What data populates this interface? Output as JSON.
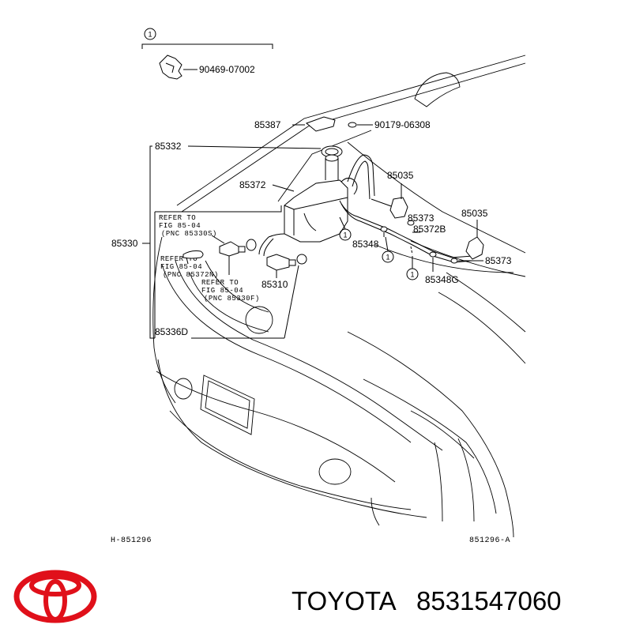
{
  "header": {
    "circle_ref": "1",
    "bracket_part": "90469-07002"
  },
  "parts": {
    "p85387": "85387",
    "p90179": "90179-06308",
    "p85332": "85332",
    "p85035a": "85035",
    "p85372": "85372",
    "p85373a": "85373",
    "p85035b": "85035",
    "p85330": "85330",
    "p85372b": "85372B",
    "p85348": "85348",
    "p85373b": "85373",
    "p85310": "85310",
    "p85348g": "85348G",
    "p85336d": "85336D"
  },
  "refs": [
    {
      "l1": "REFER TO",
      "l2": "FIG  85-04",
      "l3": "(PNC 85330S)"
    },
    {
      "l1": "REFER TO",
      "l2": "FIG  85-04",
      "l3": "(PNC 85372N)"
    },
    {
      "l1": "REFER TO",
      "l2": "FIG  85-04",
      "l3": "(PNC 85330F)"
    }
  ],
  "circle_refs": [
    "1",
    "1",
    "1"
  ],
  "footer": {
    "left_code": "H-851296",
    "right_code": "851296-A"
  },
  "brand": {
    "name": "TOYOTA",
    "part_number": "8531547060",
    "logo_color": "#e0101a"
  }
}
